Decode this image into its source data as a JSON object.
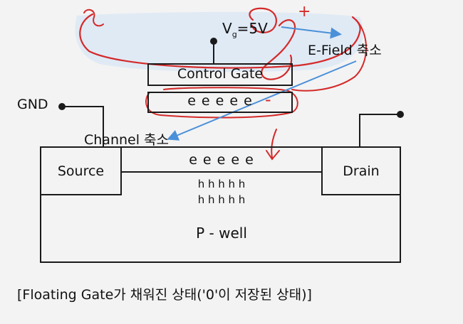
{
  "labels": {
    "vg_symbol": "V",
    "vg_subscript": "g",
    "vg_value": "=5V",
    "efield": "E-Field 축소",
    "control_gate": "Control Gate",
    "floating_gate": "e e e e e",
    "gnd": "GND",
    "channel": "Channel 축소",
    "source": "Source",
    "drain": "Drain",
    "channel_electrons": "e e e e e",
    "holes_row1": "h h h h h",
    "holes_row2": "h h h h h",
    "pwell": "P - well",
    "caption": "[Floating Gate가 채워진 상태('0'이 저장된 상태)]",
    "annotation_plus": "+",
    "annotation_minus": "-"
  },
  "colors": {
    "background": "#f3f3f3",
    "line": "#1a1a1a",
    "annotation_red": "#d42a2a",
    "arrow_blue": "#4a90d9",
    "highlight_blue": "#cfe2f5"
  }
}
